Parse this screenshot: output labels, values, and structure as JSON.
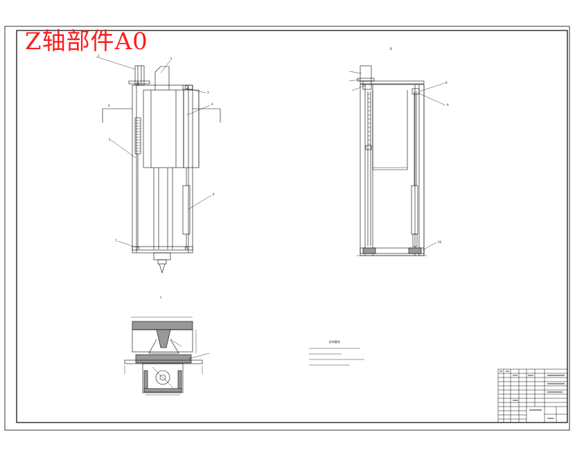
{
  "drawing": {
    "title": "Z轴部件A0",
    "title_color": "#ff1a1a",
    "line_color": "#000000",
    "section_fill": "#999999"
  },
  "views": {
    "front": {
      "label": "A"
    },
    "side": {
      "label": "B"
    },
    "section": {
      "label": "C"
    }
  },
  "notes": {
    "heading": "技术要求"
  },
  "title_block": {
    "label": ""
  }
}
